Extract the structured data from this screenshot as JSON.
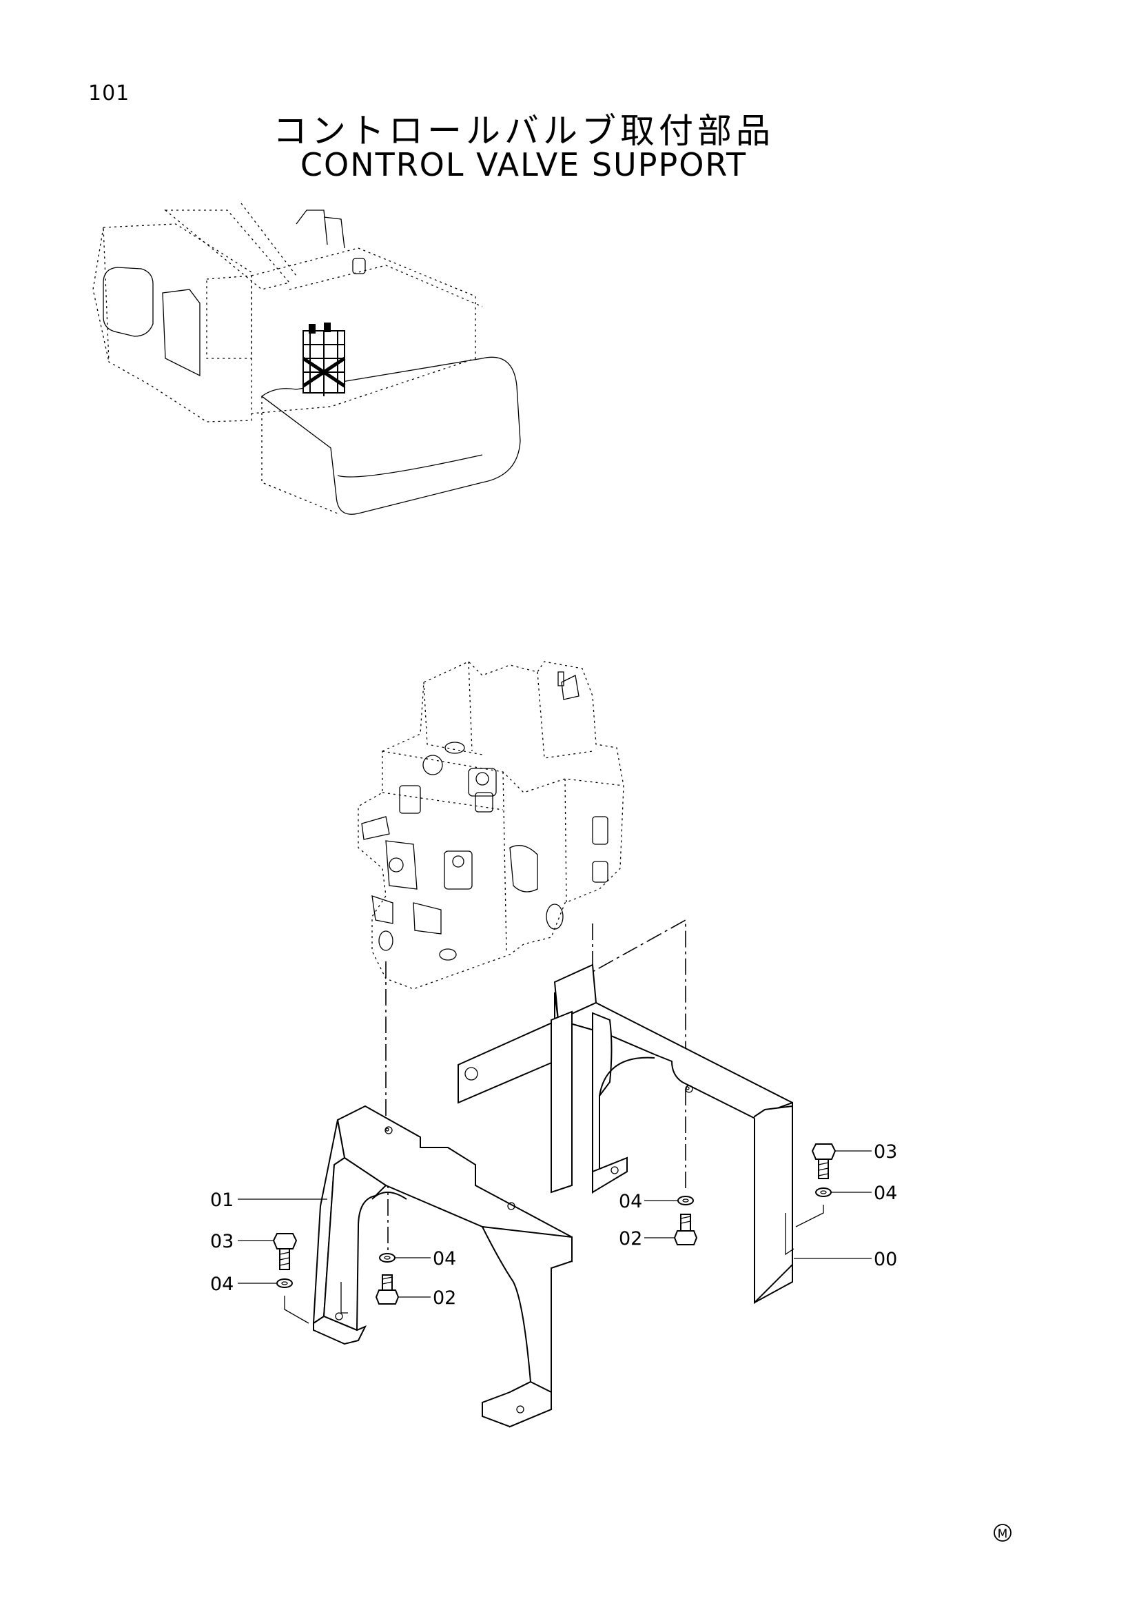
{
  "header": {
    "page_number": "101",
    "title_jp": "コントロールバルブ取付部品",
    "title_en": "CONTROL VALVE SUPPORT"
  },
  "callouts": {
    "c_01": "01",
    "c_03_left": "03",
    "c_04_left": "04",
    "c_04_mid": "04",
    "c_02_mid": "02",
    "c_04_center": "04",
    "c_02_center": "02",
    "c_03_right": "03",
    "c_04_right": "04",
    "c_00": "00"
  },
  "footer": {
    "mark": "M"
  }
}
